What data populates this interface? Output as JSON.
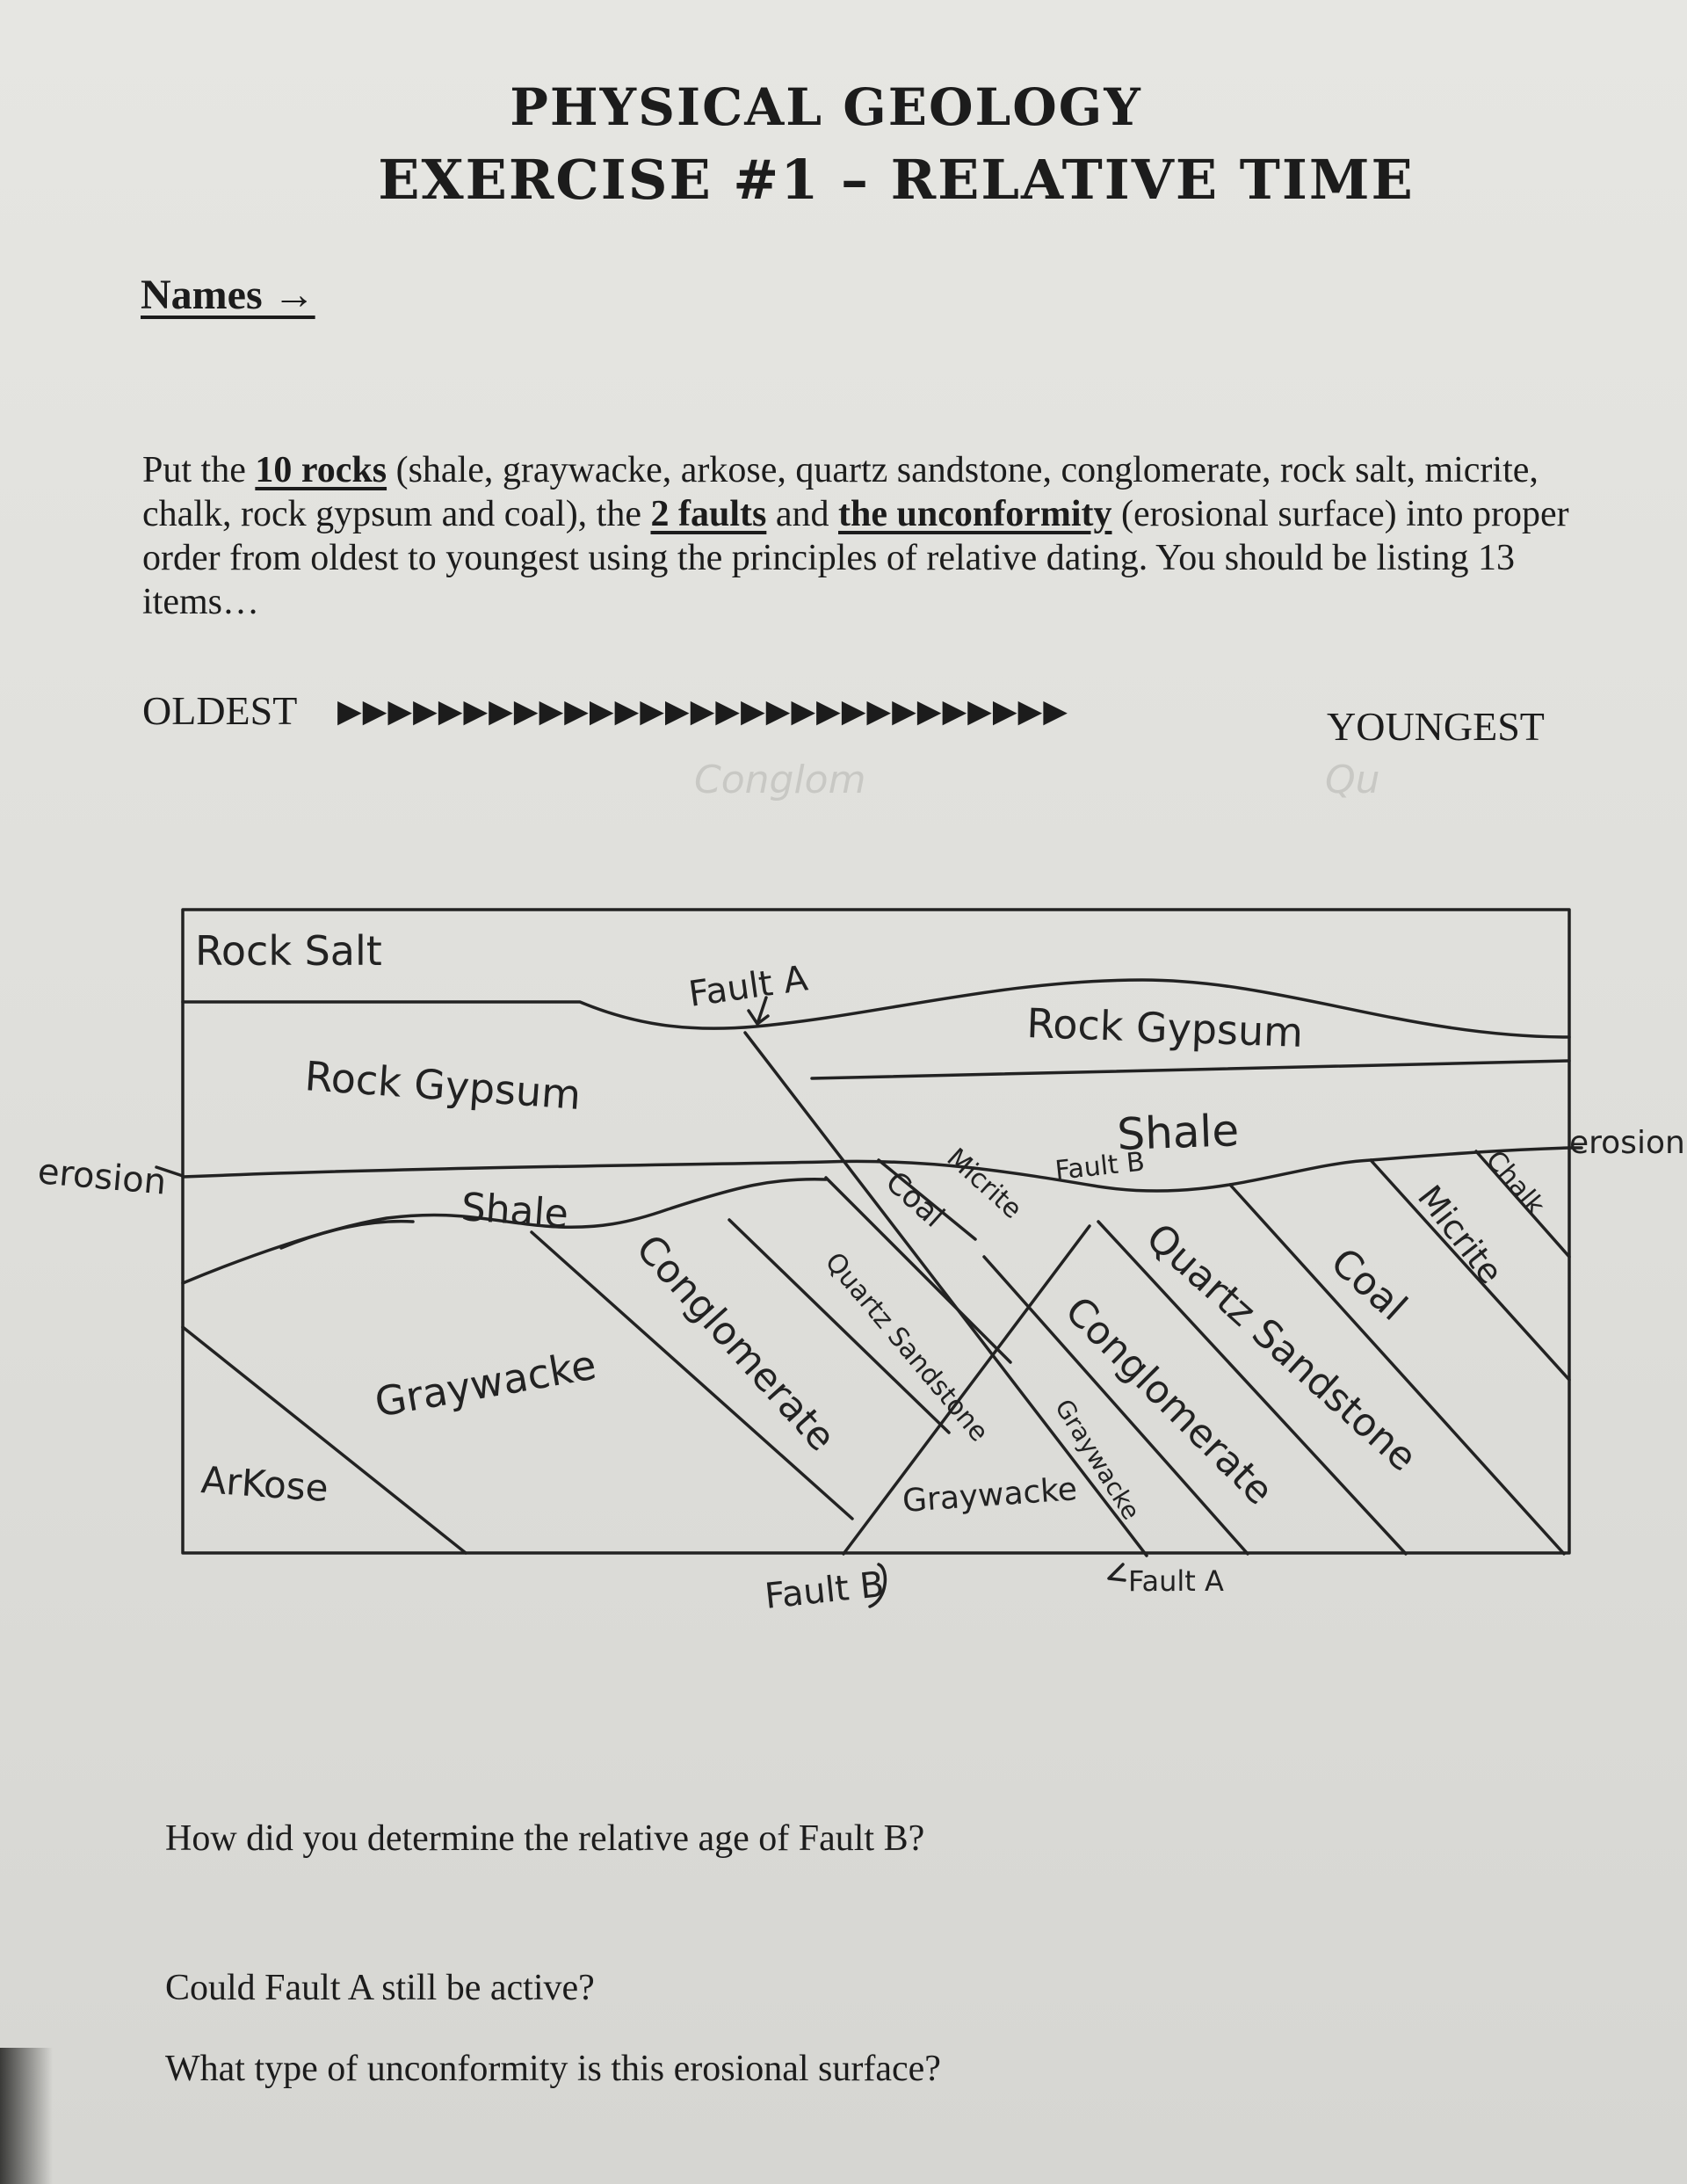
{
  "header": {
    "title_line1": "PHYSICAL GEOLOGY",
    "title_line2": "EXERCISE #1 – RELATIVE TIME"
  },
  "names_label": "Names →",
  "instructions": {
    "t1": "Put the ",
    "u1": "10 rocks",
    "t2": " (shale, graywacke, arkose, quartz sandstone, conglomerate, rock salt, micrite, chalk, rock gypsum and coal), the ",
    "u2": "2 faults",
    "t3": " and ",
    "u3": "the unconformity",
    "t4": " (erosional surface) into proper order from oldest to youngest using the principles of relative dating. You should be listing 13 items…"
  },
  "order_row": {
    "oldest": "OLDEST",
    "arrows": "▶▶▶▶▶▶▶▶▶▶▶▶▶▶▶▶▶▶▶▶▶▶▶▶▶▶▶▶▶",
    "youngest": "YOUNGEST"
  },
  "faint_answers": {
    "a1": "Conglom",
    "a2": "Qu"
  },
  "diagram_labels": {
    "rock_salt": "Rock Salt",
    "rock_gypsum_left": "Rock Gypsum",
    "rock_gypsum_right": "Rock Gypsum",
    "fault_a_top": "Fault A",
    "erosion_left": "erosion",
    "erosion_right": "erosion",
    "shale_left": "Shale",
    "shale_right": "Shale",
    "fault_b_top": "Fault B",
    "micrite_mid": "Micrite",
    "coal_mid": "Coal",
    "quartz_sandstone_mid": "Quartz Sandstone",
    "conglomerate_mid": "Conglomerate",
    "graywacke_left": "Graywacke",
    "arkose": "ArKose",
    "graywacke_bottom": "Graywacke",
    "graywacke_right": "Graywacke",
    "conglomerate_right": "Conglomerate",
    "quartz_sandstone_right": "Quartz Sandstone",
    "coal_right": "Coal",
    "micrite_right": "Micrite",
    "chalk": "Chalk",
    "fault_b_bottom": "Fault B",
    "fault_a_bottom": "Fault A"
  },
  "questions": {
    "q1": "How did you determine the relative age of Fault B?",
    "q2": "Could Fault A still be active?",
    "q3": "What type of unconformity is this erosional surface?"
  }
}
